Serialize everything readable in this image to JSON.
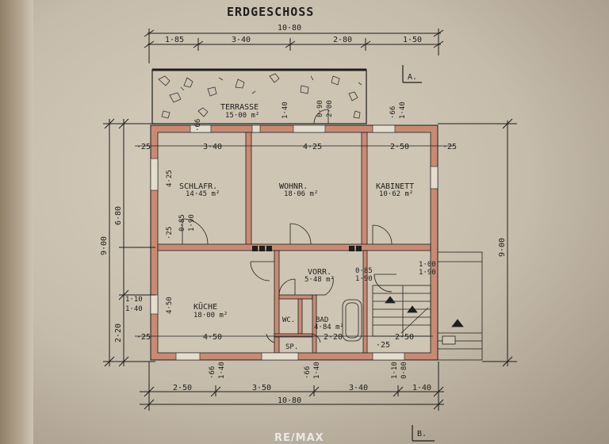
{
  "title": "ERDGESCHOSS",
  "top_dims": {
    "total": "10·80",
    "segments": [
      "1·85",
      "3·40",
      "2·80",
      "1·50"
    ]
  },
  "bottom_dims": {
    "total": "10·80",
    "segments": [
      "2·50",
      "3·50",
      "3·40",
      "1·40"
    ],
    "small": [
      "·66",
      "1·40",
      "·66",
      "1·40",
      "1·10",
      "0·80"
    ]
  },
  "left_dims": {
    "overall": "9·00",
    "upper": "6·80",
    "lower": "2·20",
    "small": [
      "·25",
      "4·25",
      "·25",
      "1·10",
      "1·40",
      "·25"
    ]
  },
  "right_dim": "9·00",
  "interior_dims": [
    "3·40",
    "4·25",
    "2·50",
    "·25",
    "·25",
    "4·50",
    "2·20",
    "2·50",
    "·25",
    "·25",
    "·66",
    "1·40",
    "·66",
    "1·40"
  ],
  "rooms": [
    {
      "name": "TERRASSE",
      "area": "15·00 m²"
    },
    {
      "name": "SCHLAFR.",
      "area": "14·45 m²"
    },
    {
      "name": "WOHNR.",
      "area": "18·06 m²"
    },
    {
      "name": "KABINETT",
      "area": "10·62 m²"
    },
    {
      "name": "VORR.",
      "area": "5·48 m²"
    },
    {
      "name": "KÜCHE",
      "area": "18·00 m²"
    },
    {
      "name": "WC.",
      "area": ""
    },
    {
      "name": "BAD",
      "area": "4·84 m²"
    },
    {
      "name": "SP.",
      "area": ""
    }
  ],
  "door_labels": [
    "0·85",
    "1·90",
    "0·85",
    "1·90",
    "0·90",
    "2·00",
    "1·00",
    "1·90"
  ],
  "section_marks": [
    "A.",
    "B."
  ],
  "logo": "RE/MAX",
  "colors": {
    "paper": "#cfc5b4",
    "wall": "#c98a74",
    "ink": "#1e1e1e"
  }
}
